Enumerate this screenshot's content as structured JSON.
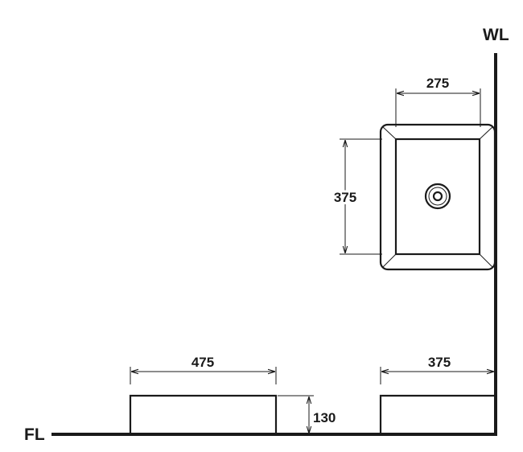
{
  "labels": {
    "wall": "WL",
    "floor": "FL"
  },
  "dimensions": {
    "top_inner_width": "275",
    "top_inner_height": "375",
    "front_width": "475",
    "front_height": "130",
    "side_width": "375"
  }
}
